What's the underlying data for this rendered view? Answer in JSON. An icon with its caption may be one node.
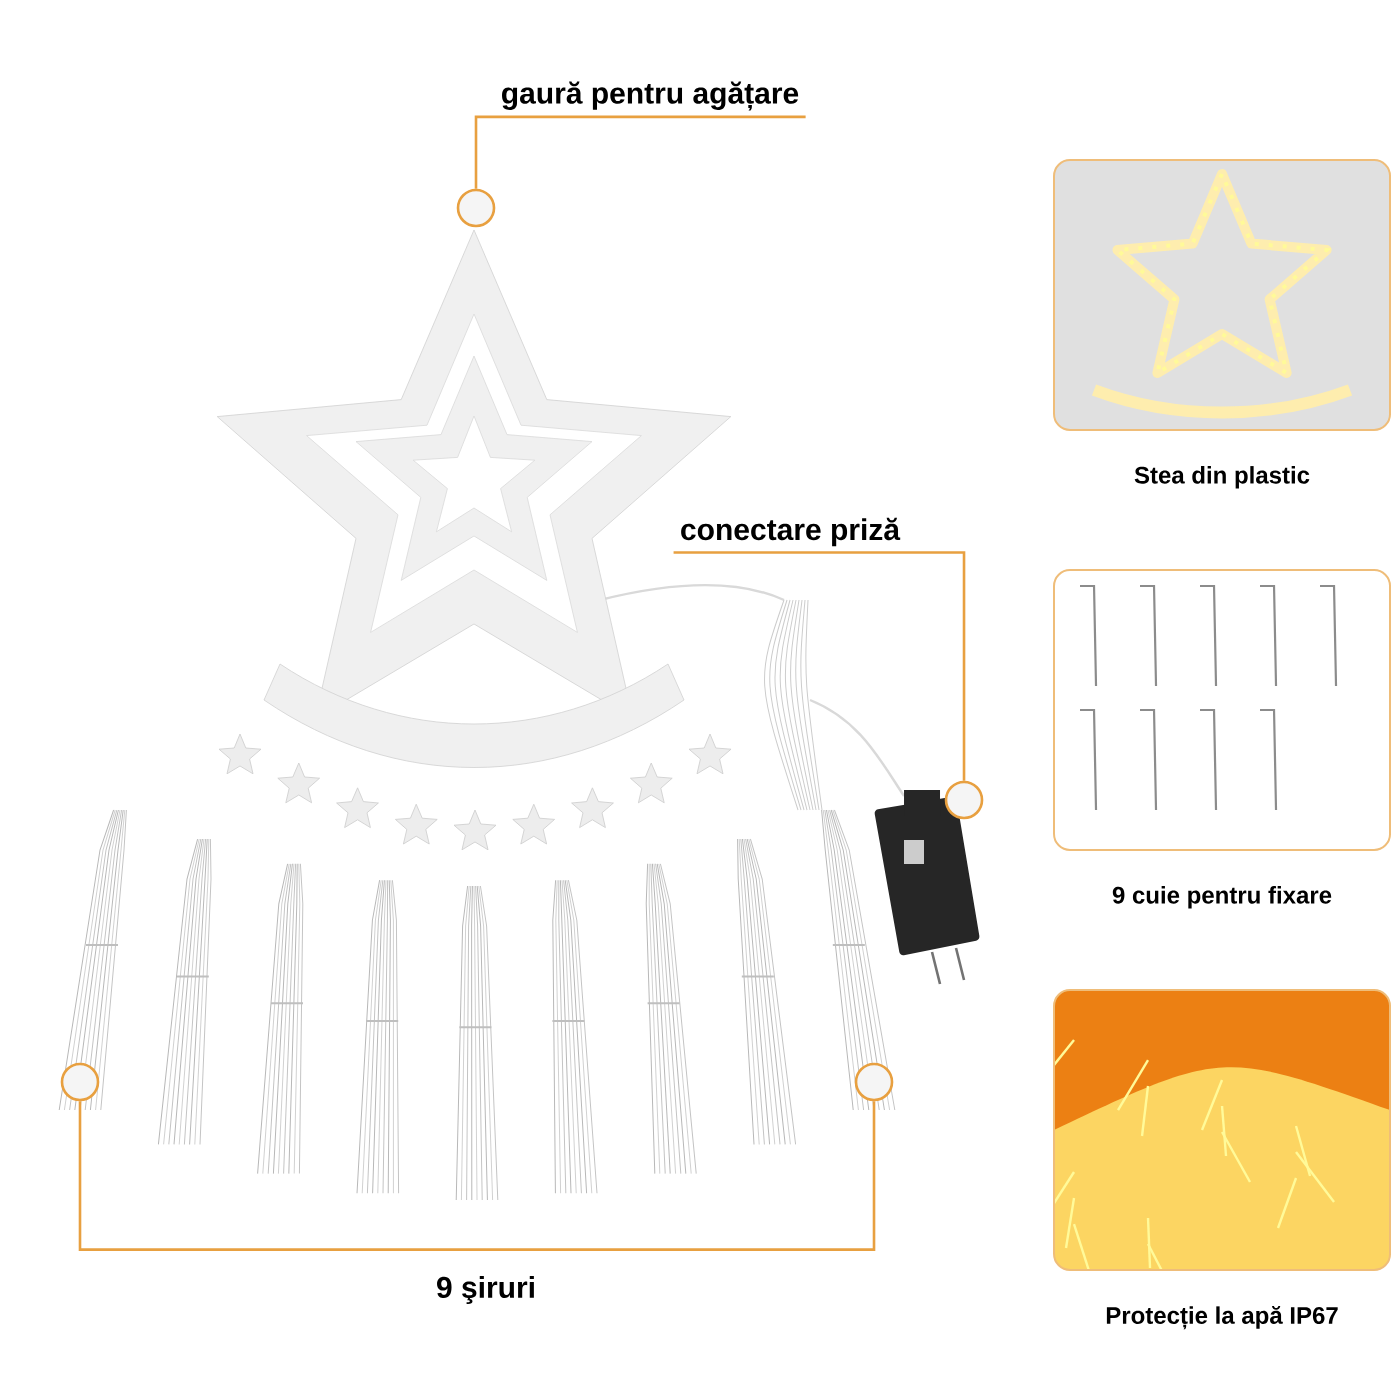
{
  "diagram": {
    "nodes": [
      {
        "text": [
          "gaură pentru agățare"
        ]
      },
      {
        "text": [],
        "shape": "circle"
      },
      {
        "text": [
          "conectare priză"
        ]
      },
      {
        "text": [],
        "shape": "circle"
      },
      {
        "text": [
          "9 şiruri"
        ]
      },
      {
        "text": [],
        "shape": "circle"
      },
      {
        "text": [],
        "shape": "circle"
      },
      {
        "text": [
          "Stea din plastic"
        ]
      },
      {
        "text": [
          "9 cuie pentru fixare"
        ]
      },
      {
        "text": [
          "Protecție la apă IP67"
        ]
      }
    ],
    "edges": [
      {
        "from": 0,
        "to": 1,
        "arrow": "none"
      },
      {
        "from": 2,
        "to": 3,
        "arrow": "none"
      },
      {
        "from": 4,
        "to": 5,
        "arrow": "none"
      },
      {
        "from": 4,
        "to": 6,
        "arrow": "none"
      }
    ]
  }
}
